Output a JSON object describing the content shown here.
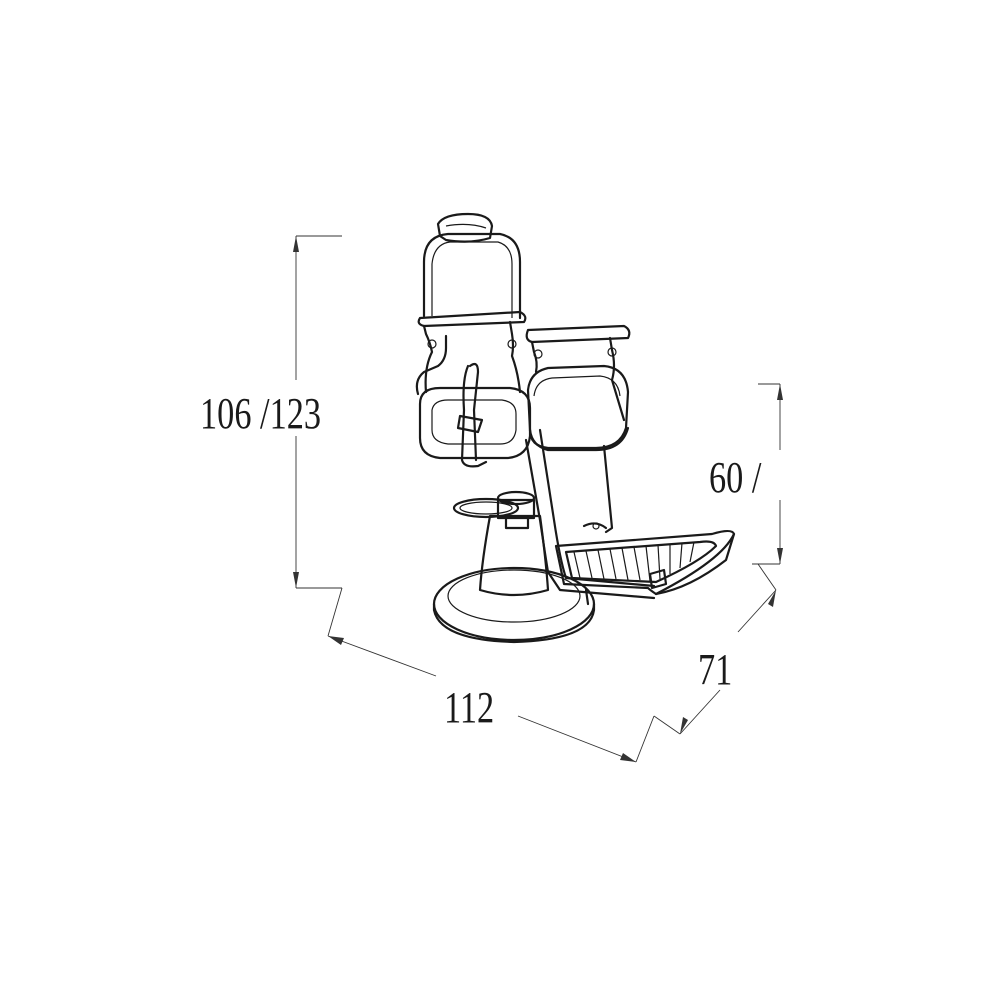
{
  "figure": {
    "subject_icon": "barber-chair-line-drawing",
    "line_color": "#1a1a1a",
    "dimension_color": "#333333",
    "background": "#ffffff"
  },
  "dimensions": {
    "height_label": "106 /123",
    "seat_height_label": "60 /",
    "depth_label": "71",
    "width_label": "112"
  }
}
